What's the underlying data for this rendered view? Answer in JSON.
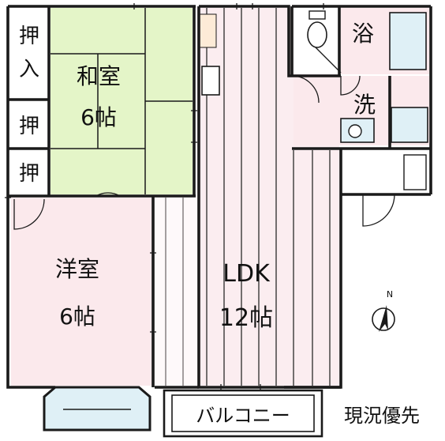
{
  "rooms": {
    "washitsu": {
      "name": "和室",
      "size": "6帖"
    },
    "youshitsu": {
      "name": "洋室",
      "size": "6帖"
    },
    "ldk": {
      "name": "LDK",
      "size": "12帖"
    },
    "bath": {
      "name": "浴"
    },
    "wash": {
      "name": "洗"
    },
    "balcony": {
      "name": "バルコニー"
    }
  },
  "closets": {
    "oshiire_top_1": "押",
    "oshiire_top_2": "入",
    "oshiire_mid": "押",
    "oshiire_bottom": "押"
  },
  "note": "現況優先",
  "compass": {
    "label": "N"
  },
  "colors": {
    "wall": "#1a1a1a",
    "tatami": "#e4f5c8",
    "youshitsu_floor": "#fbe9ec",
    "ldk_floor": "#fbedf0",
    "wet_area": "#fbe9ec",
    "fixture": "#dff0f6",
    "closet": "#ffffff"
  }
}
